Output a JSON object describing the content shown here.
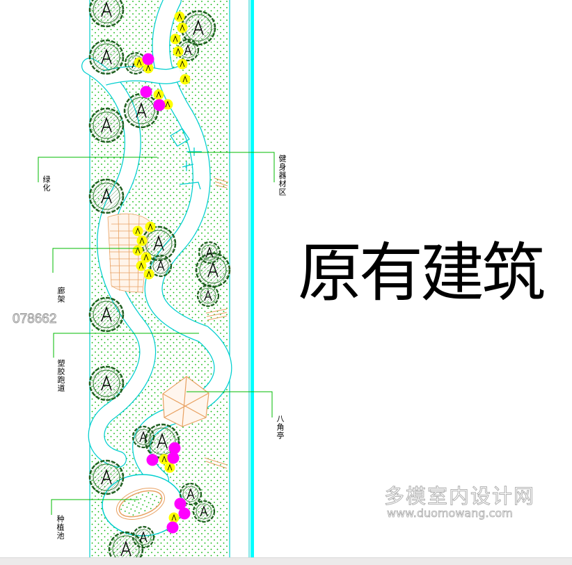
{
  "drawing": {
    "building_label": "原有建筑",
    "code": "078662",
    "watermark": {
      "name": "多模室内设计网",
      "url": "www.duomowang.com"
    },
    "callouts": [
      {
        "id": "greening",
        "text": "绿化"
      },
      {
        "id": "fitness",
        "text": "健身器材区"
      },
      {
        "id": "pergola",
        "text": "廊架"
      },
      {
        "id": "path",
        "text": "塑胶跑道"
      },
      {
        "id": "pavilion",
        "text": "八角亭"
      },
      {
        "id": "pond",
        "text": "种植池"
      }
    ],
    "tree_symbol": "A",
    "colors": {
      "boundary": "#00ffff",
      "grass_dots": "#00b400",
      "path_edge": "#00cfcf",
      "tree_outline": "#1e5e1e",
      "shrub_yellow": "#ffff00",
      "shrub_magenta": "#ff00ff",
      "pergola": "#e8a060",
      "leader": "#00bb00"
    }
  }
}
